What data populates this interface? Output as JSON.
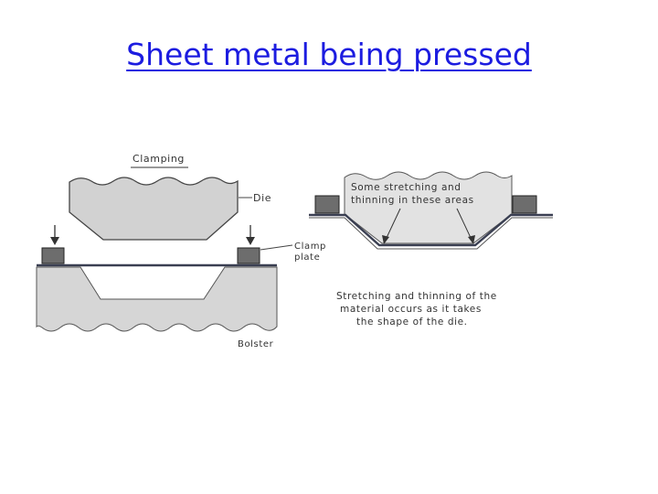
{
  "slide": {
    "title": "Sheet metal being pressed"
  },
  "diagram_left": {
    "clamping_label": "Clamping",
    "die_label": "Die",
    "clamp_plate_label_line1": "Clamp",
    "clamp_plate_label_line2": "plate",
    "bolster_label": "Bolster"
  },
  "diagram_right": {
    "top_note_line1": "Some stretching and",
    "top_note_line2": "thinning in these areas",
    "bottom_note_line1": "Stretching and thinning of the",
    "bottom_note_line2": "material occurs as it takes",
    "bottom_note_line3": "the shape of the die."
  },
  "colors": {
    "title_link": "#1c1ce0",
    "die_grey": "#d2d2d2",
    "bolster_grey": "#d6d6d6",
    "clamp_plate": "#6d6d6d",
    "sheet_metal": "#3a3f52"
  }
}
